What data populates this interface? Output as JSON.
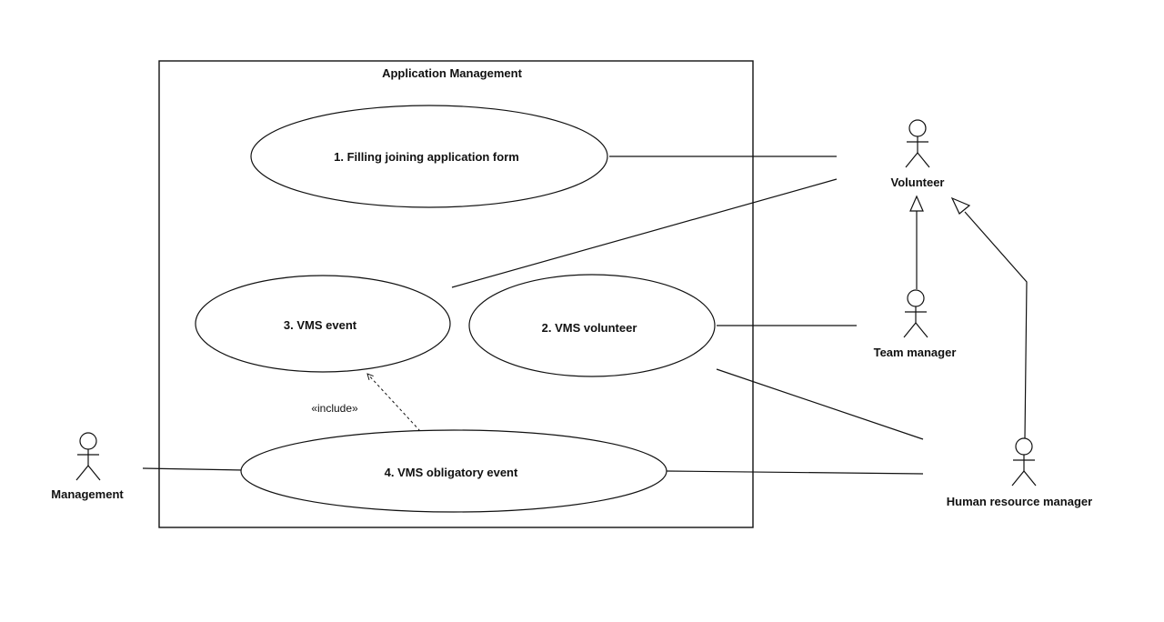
{
  "system": {
    "title": "Application Management"
  },
  "use_cases": {
    "filling_form": "1. Filling joining application form",
    "vms_volunteer": "2. VMS volunteer",
    "vms_event": "3. VMS event",
    "vms_obligatory_event": "4. VMS obligatory event"
  },
  "relationships": {
    "include_label": "«include»"
  },
  "actors": {
    "volunteer": "Volunteer",
    "team_manager": "Team manager",
    "human_resource_manager": "Human resource manager",
    "management": "Management"
  }
}
